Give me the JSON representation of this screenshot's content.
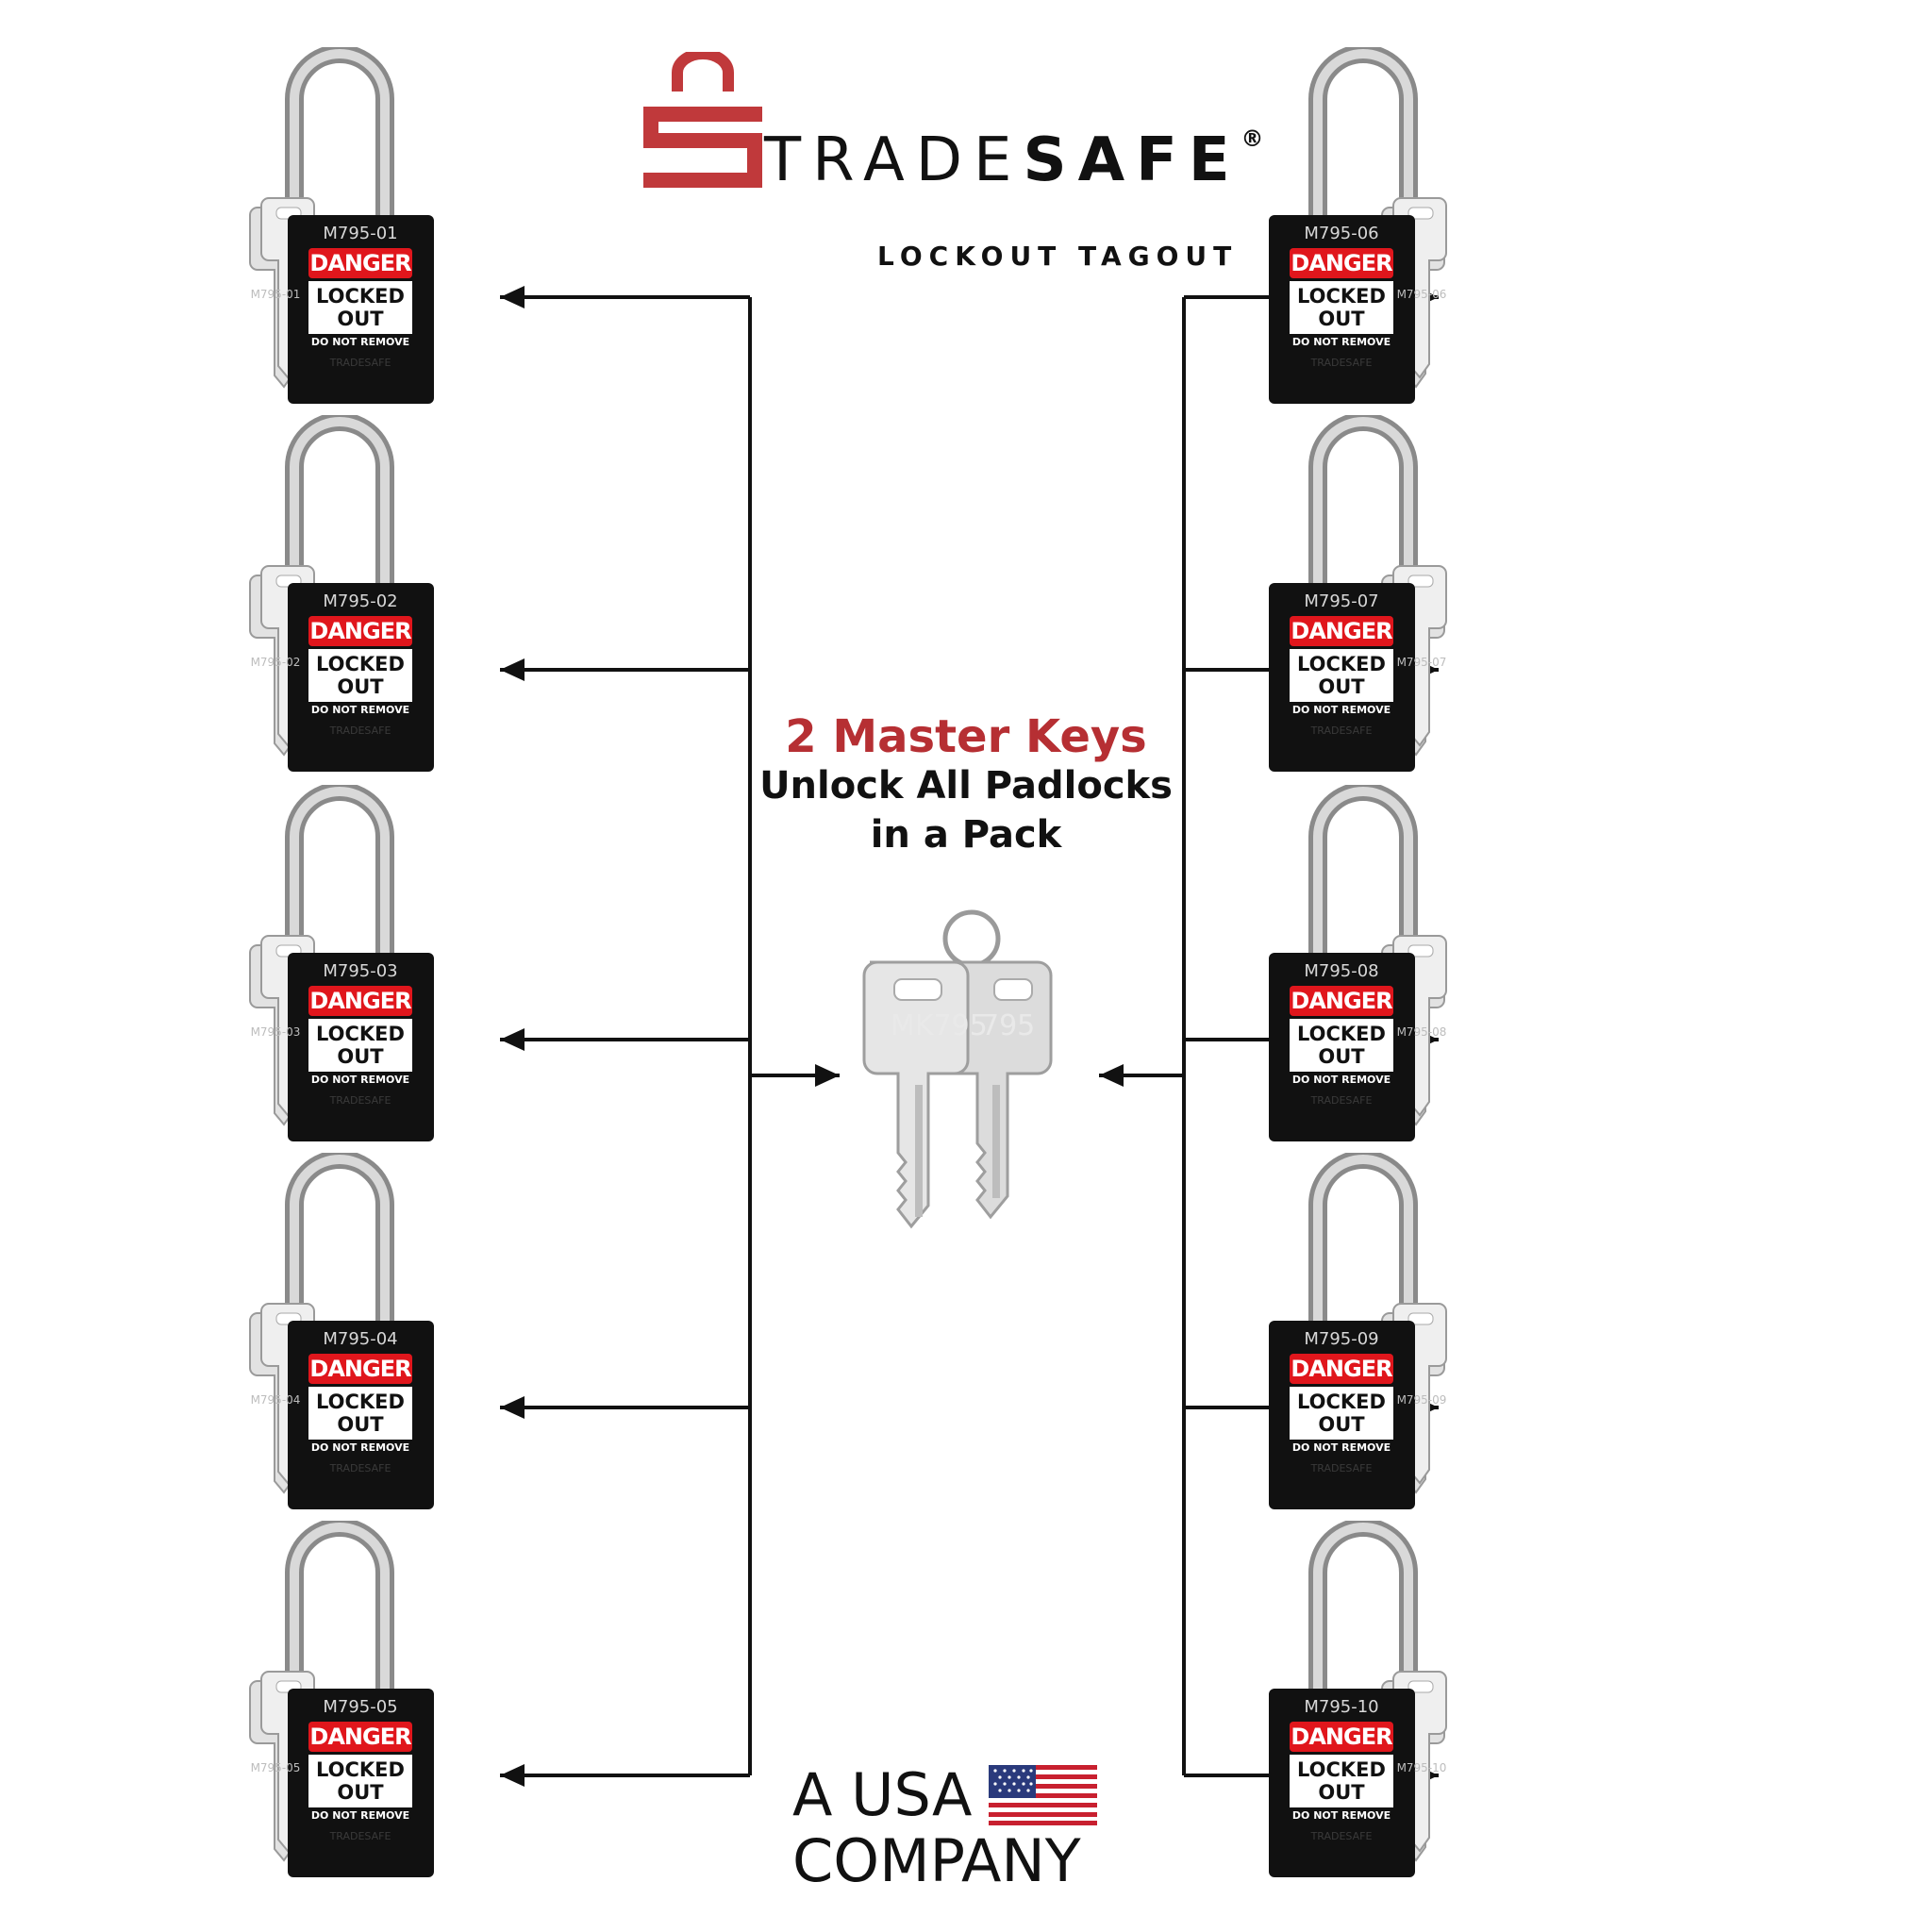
{
  "brand": {
    "name_light": "TRADE",
    "name_bold": "SAFE",
    "registered": "®",
    "subtitle": "LOCKOUT TAGOUT",
    "color": "#c0393b"
  },
  "headline": {
    "line1": "2 Master Keys",
    "line2": "Unlock All Padlocks",
    "line3": "in a Pack",
    "accent_color": "#b62f33"
  },
  "master_keys": {
    "key1_label": "MK795",
    "key2_label": "795"
  },
  "footer": {
    "line1": "A USA",
    "line2": "COMPANY"
  },
  "padlocks": {
    "tag_title": "DANGER",
    "tag_body_line1": "LOCKED",
    "tag_body_line2": "OUT",
    "tag_footer": "DO NOT REMOVE",
    "body_brand": "TRADESAFE",
    "left": [
      {
        "code": "M795-01"
      },
      {
        "code": "M795-02"
      },
      {
        "code": "M795-03"
      },
      {
        "code": "M795-04"
      },
      {
        "code": "M795-05"
      }
    ],
    "right": [
      {
        "code": "M795-06"
      },
      {
        "code": "M795-07"
      },
      {
        "code": "M795-08"
      },
      {
        "code": "M795-09"
      },
      {
        "code": "M795-10"
      }
    ]
  }
}
